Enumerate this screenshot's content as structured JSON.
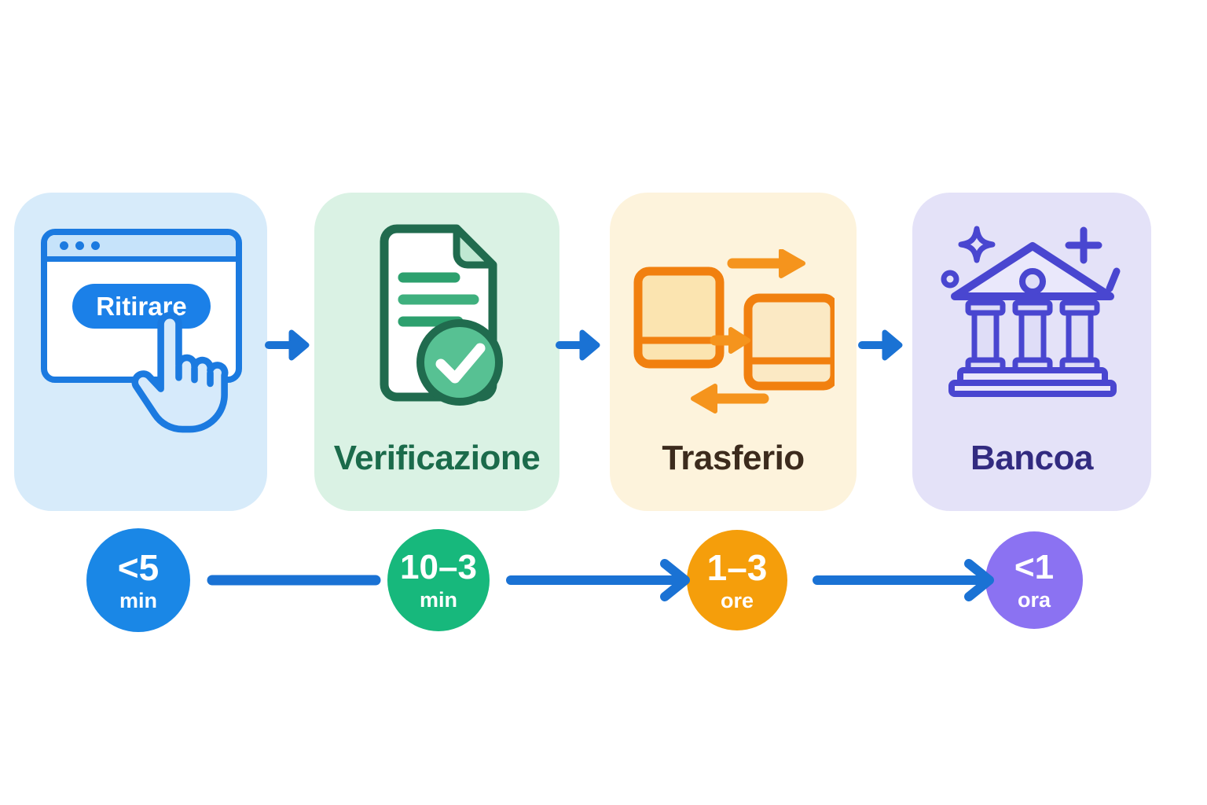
{
  "figure": {
    "type": "process-flow",
    "language": "it",
    "background": "#ffffff",
    "connector_color": "#1a72d4"
  },
  "steps": [
    {
      "name": "ritirare",
      "label": "",
      "icon": "browser-click-icon",
      "button_label": "Ritirare",
      "card_bg": "#d7ebfa",
      "accent": "#1b7ae0",
      "time": {
        "value": "<5",
        "unit": "min",
        "badge_color": "#1a87e6"
      }
    },
    {
      "name": "verificazione",
      "label": "Verificazione",
      "icon": "document-check-icon",
      "card_bg": "#daf2e4",
      "accent": "#206b4e",
      "label_color": "#1b6b4b",
      "time": {
        "value": "10–3",
        "unit": "min",
        "badge_color": "#17b87c"
      }
    },
    {
      "name": "trasferio",
      "label": "Trasferio",
      "icon": "transfer-icon",
      "card_bg": "#fdf3dc",
      "accent": "#f1800f",
      "label_color": "#3c2b1d",
      "time": {
        "value": "1–3",
        "unit": "ore",
        "badge_color": "#f59e0b"
      }
    },
    {
      "name": "bancoa",
      "label": "Bancoa",
      "icon": "bank-icon",
      "card_bg": "#e4e2f8",
      "accent": "#4946d0",
      "label_color": "#322b80",
      "time": {
        "value": "<1",
        "unit": "ora",
        "badge_color": "#8b72f2"
      }
    }
  ]
}
